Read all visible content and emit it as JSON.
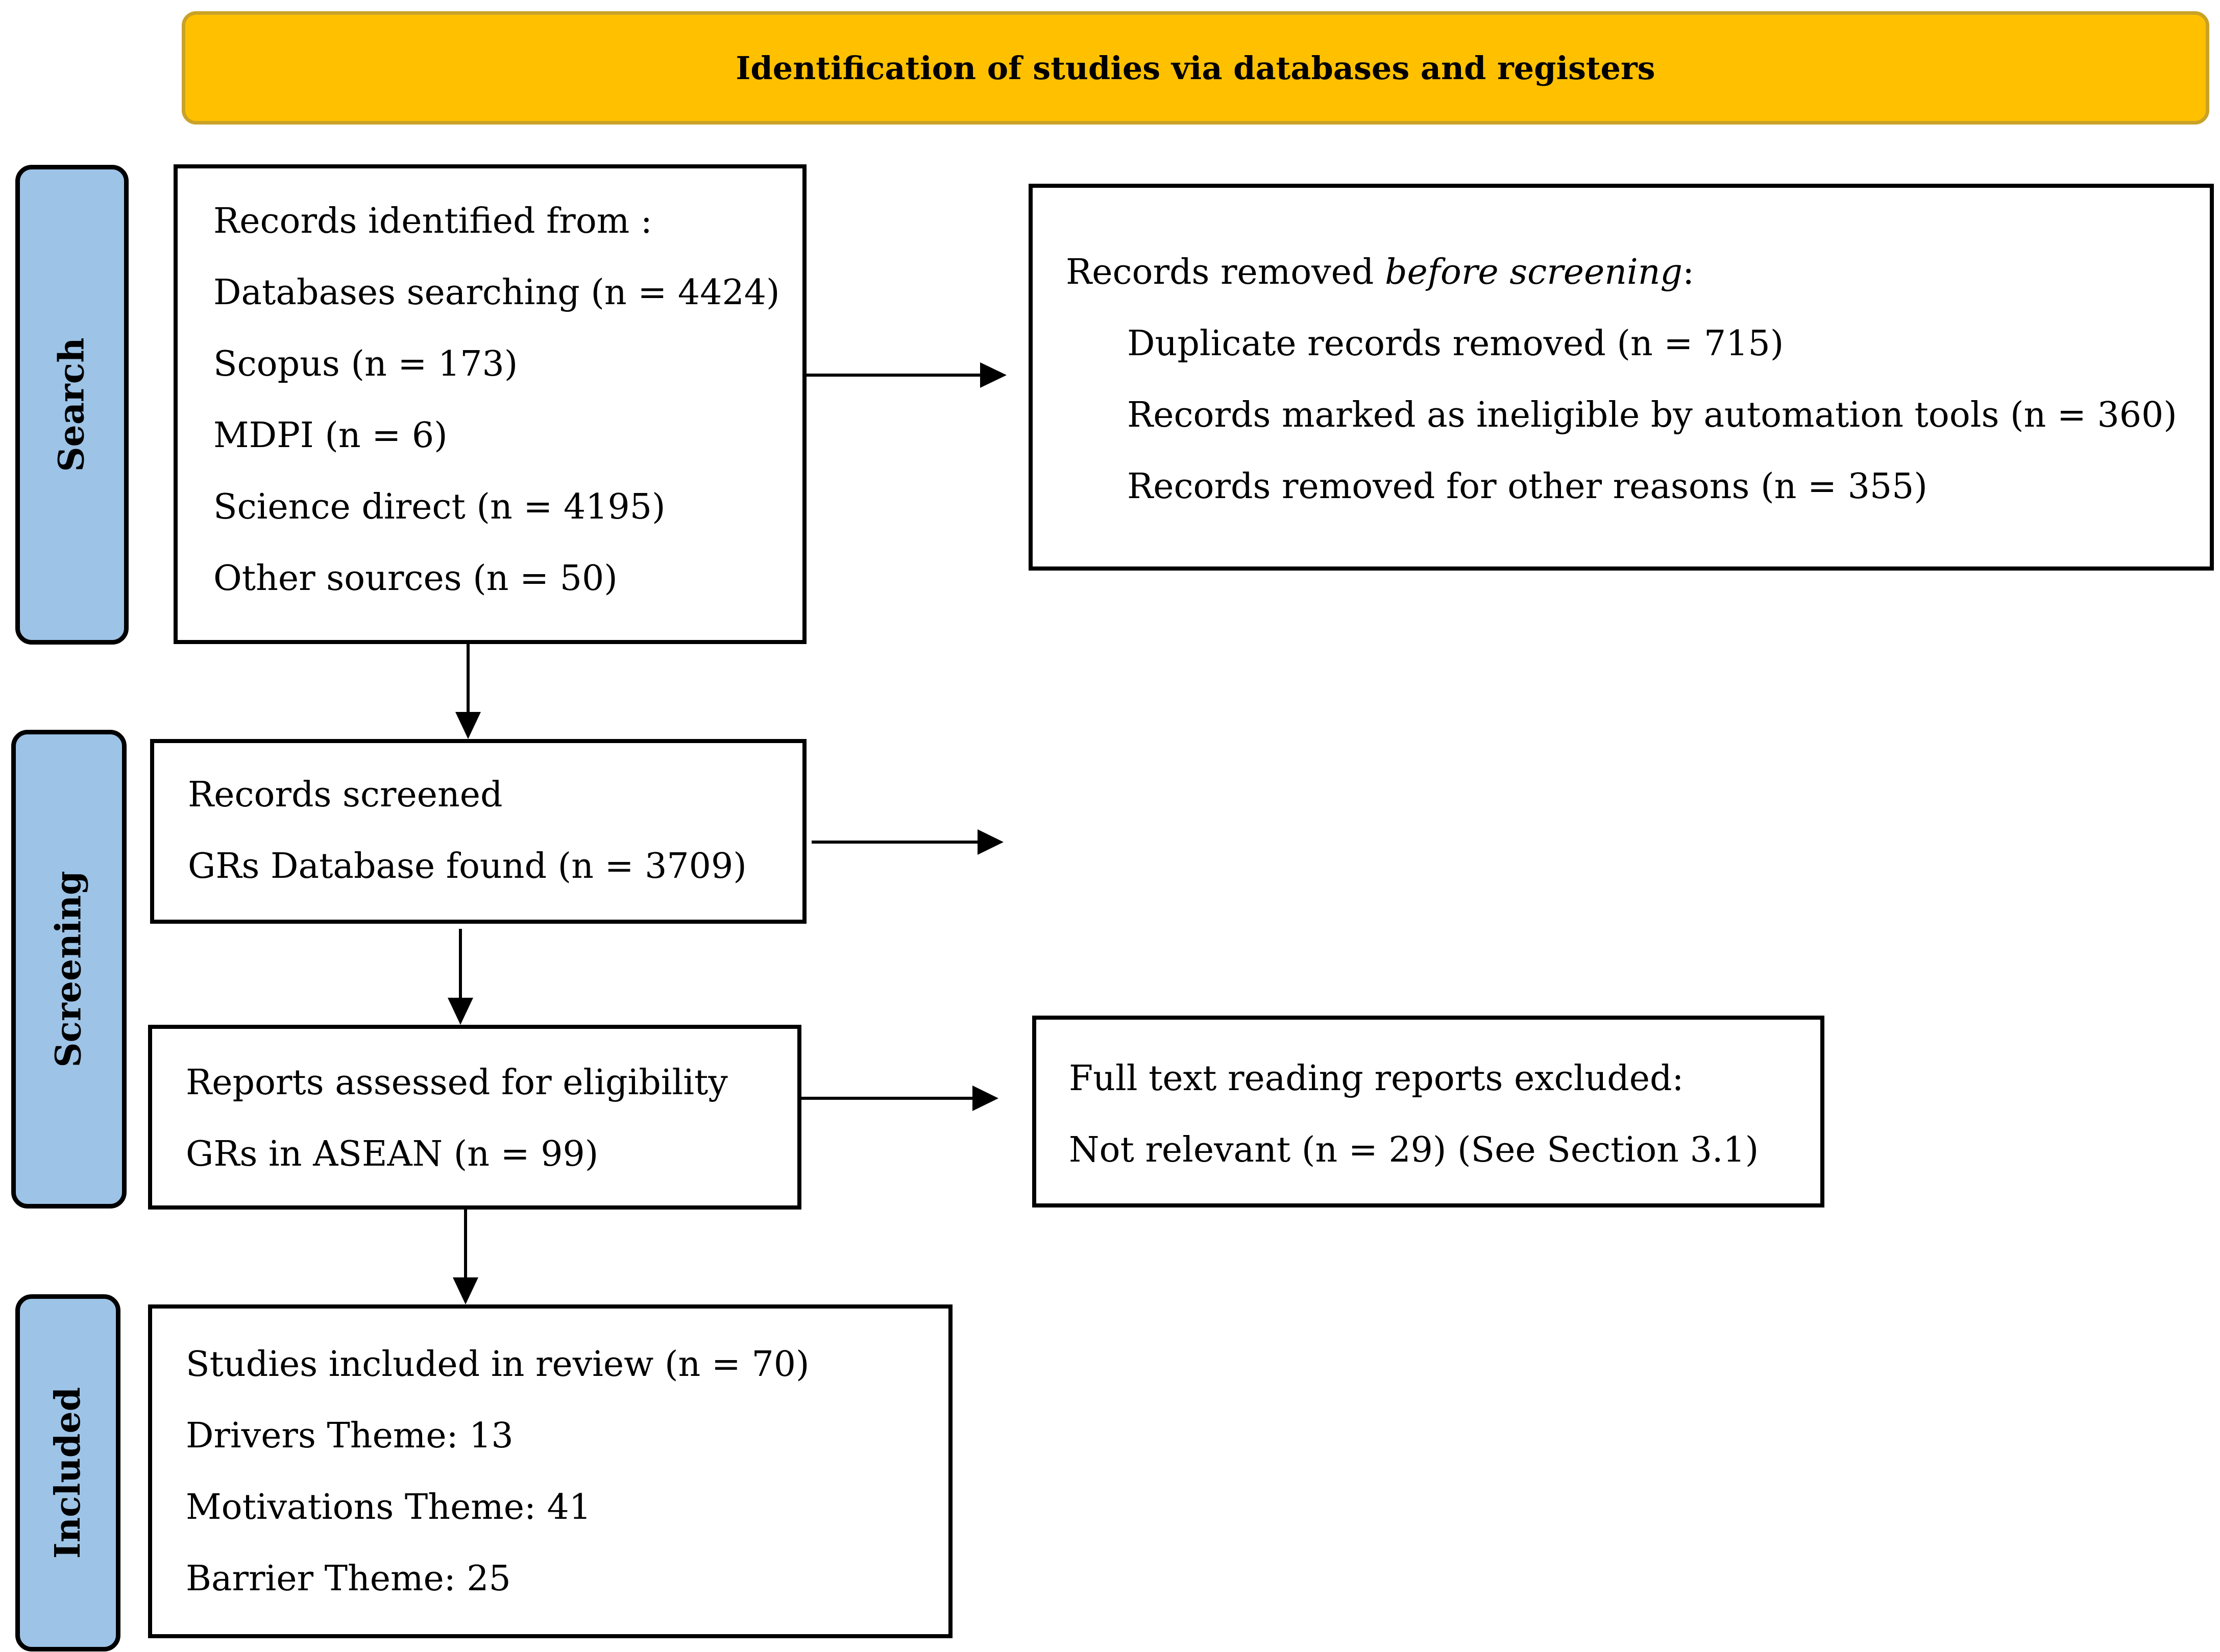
{
  "header": {
    "title": "Identification of studies via databases and registers"
  },
  "stages": {
    "search": "Search",
    "screening": "Screening",
    "included": "Included"
  },
  "identified": {
    "lines": [
      "Records identified from   :",
      "Databases searching (n = 4424)",
      "Scopus (n = 173)",
      "MDPI (n = 6)",
      "Science direct (n = 4195)",
      "Other sources (n = 50)"
    ]
  },
  "removed": {
    "title_prefix": "Records removed ",
    "title_italic": "before screening",
    "title_suffix": ":",
    "lines": [
      "Duplicate records removed (n = 715)",
      "Records marked as ineligible by automation tools (n = 360)",
      "Records removed for other reasons (n = 355)"
    ]
  },
  "screened": {
    "lines": [
      "Records screened",
      "GRs Database found (n = 3709)"
    ]
  },
  "assessed": {
    "lines": [
      "Reports assessed for eligibility",
      "GRs in ASEAN (n = 99)"
    ]
  },
  "excluded": {
    "lines": [
      "Full text reading reports excluded:",
      "Not relevant (n = 29) (See Section 3.1)"
    ]
  },
  "included_box": {
    "lines": [
      "Studies included in review (n = 70)",
      "Drivers Theme: 13",
      "Motivations Theme: 41",
      "Barrier Theme: 25"
    ]
  }
}
